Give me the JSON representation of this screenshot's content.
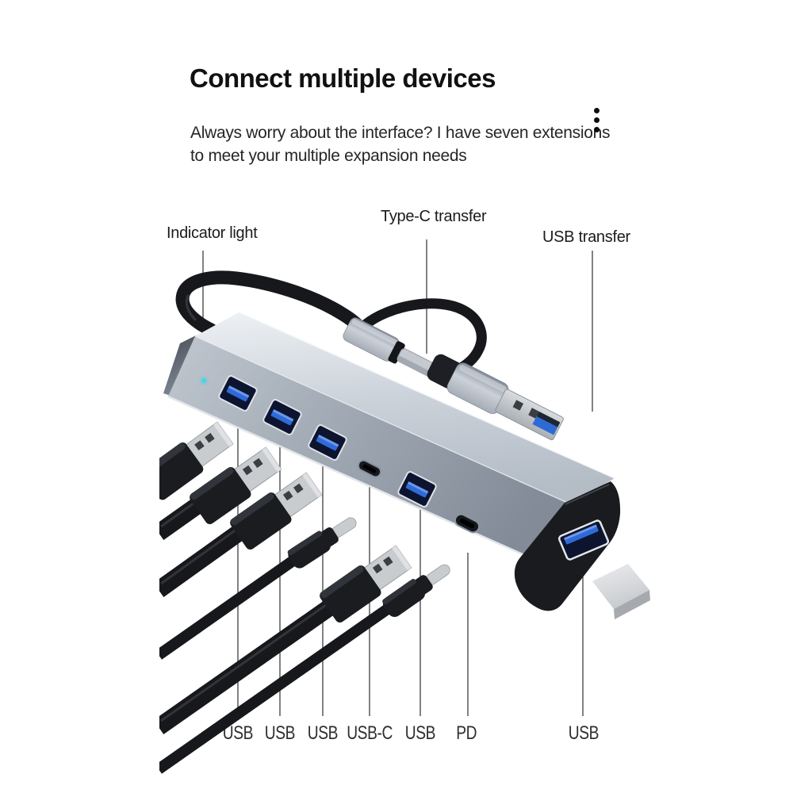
{
  "header": {
    "title": "Connect multiple devices",
    "subtitle_line1": "Always worry about the interface? I have seven extensions",
    "subtitle_line2": "to meet your multiple expansion needs"
  },
  "menu": {
    "icon": "vertical-ellipsis"
  },
  "callouts": {
    "indicator": "Indicator light",
    "type_c": "Type-C transfer",
    "usb": "USB transfer"
  },
  "port_labels": {
    "usb1": "USB",
    "usb2": "USB",
    "usb3": "USB",
    "usbc": "USB-C",
    "usb4": "USB",
    "pd": "PD",
    "usb_end": "USB"
  },
  "colors": {
    "background": "#ffffff",
    "text_primary": "#111111",
    "text_secondary": "#2e2e2e",
    "hub_silver": "#c2c9d2",
    "hub_front": "#a8b0ba",
    "end_cap_black": "#191b1f",
    "port_blue": "#2f6bd8",
    "indicator_cyan": "#4fd2e2",
    "cable_black": "#17181b",
    "leader_line": "#3f3f3f"
  }
}
